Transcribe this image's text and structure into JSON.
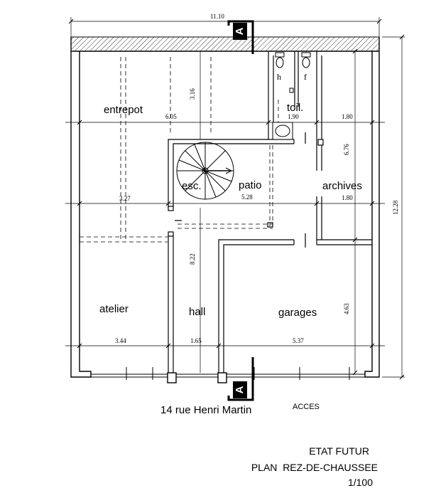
{
  "rooms": {
    "entrepot": "entrepot",
    "toilets": "toil.",
    "stairs": "esc.",
    "patio": "patio",
    "archives": "archives",
    "atelier": "atelier",
    "hall": "hall",
    "garages": "garages"
  },
  "fixtures": {
    "toilet_h": "h",
    "toilet_f": "f"
  },
  "dimensions": {
    "overall_width": "11.10",
    "overall_depth": "12.28",
    "d_6_76": "6.76",
    "d_4_63": "4.63",
    "d_3_16": "3.16",
    "d_6_05": "6.05",
    "d_1_90": "1.90",
    "d_1_80_top": "1.80",
    "d_3_27": "3.27",
    "d_5_28": "5.28",
    "d_1_80_mid": "1.80",
    "d_8_22": "8.22",
    "d_3_44": "3.44",
    "d_1_65": "1.65",
    "d_5_37": "5.37"
  },
  "section_marker": "A",
  "address": "14 rue Henri Martin",
  "access_label": "ACCES",
  "title_block": {
    "state": "ETAT FUTUR",
    "plan": "PLAN  REZ-DE-CHAUSSEE",
    "scale": "1/100"
  }
}
